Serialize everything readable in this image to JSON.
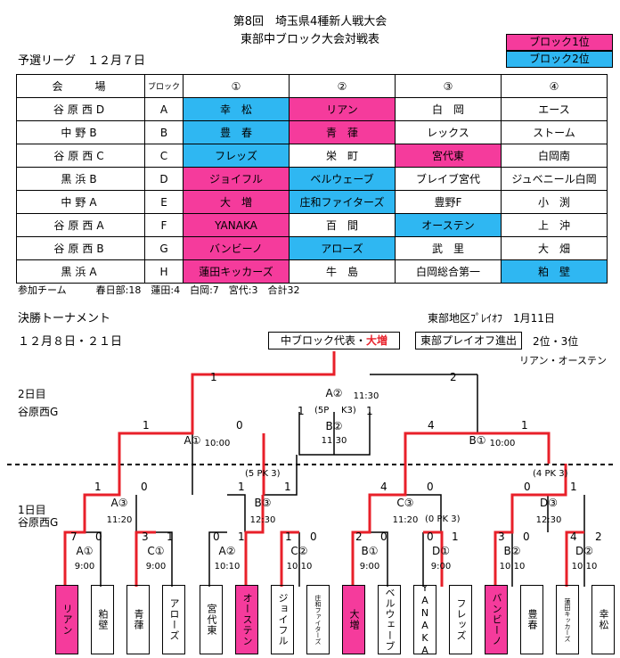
{
  "header": {
    "title1": "第8回　埼玉県4種新人戦大会",
    "title2": "東部中ブロック大会対戦表",
    "legend1": "ブロック1位",
    "legend2": "ブロック2位",
    "colors": {
      "first": "#f53b9c",
      "second": "#2fb7f2",
      "line": "#e8202a"
    }
  },
  "league": {
    "title": "予選リーグ　１２月７日",
    "headers": [
      "会　　場",
      "ブロック",
      "①",
      "②",
      "③",
      "④"
    ],
    "rows": [
      {
        "venue": "谷原西D",
        "block": "A",
        "teams": [
          "幸　松",
          "リアン",
          "白　岡",
          "エース"
        ],
        "hl": [
          "b",
          "p",
          "",
          ""
        ]
      },
      {
        "venue": "中野B",
        "block": "B",
        "teams": [
          "豊　春",
          "青　葎",
          "レックス",
          "ストーム"
        ],
        "hl": [
          "b",
          "p",
          "",
          ""
        ]
      },
      {
        "venue": "谷原西C",
        "block": "C",
        "teams": [
          "フレッズ",
          "栄　町",
          "宮代東",
          "白岡南"
        ],
        "hl": [
          "b",
          "",
          "p",
          ""
        ]
      },
      {
        "venue": "黒浜B",
        "block": "D",
        "teams": [
          "ジョイフル",
          "ベルウェーブ",
          "ブレイブ宮代",
          "ジュベニール白岡"
        ],
        "hl": [
          "p",
          "b",
          "",
          ""
        ]
      },
      {
        "venue": "中野A",
        "block": "E",
        "teams": [
          "大　増",
          "庄和ファイターズ",
          "豊野F",
          "小　渕"
        ],
        "hl": [
          "p",
          "b",
          "",
          ""
        ]
      },
      {
        "venue": "谷原西A",
        "block": "F",
        "teams": [
          "YANAKA",
          "百　間",
          "オーステン",
          "上　沖"
        ],
        "hl": [
          "p",
          "",
          "b",
          ""
        ]
      },
      {
        "venue": "谷原西B",
        "block": "G",
        "teams": [
          "バンビーノ",
          "アローズ",
          "武　里",
          "大　畑"
        ],
        "hl": [
          "p",
          "b",
          "",
          ""
        ]
      },
      {
        "venue": "黒浜A",
        "block": "H",
        "teams": [
          "蓮田キッカーズ",
          "牛　島",
          "白岡総合第一",
          "粕　壁"
        ],
        "hl": [
          "p",
          "",
          "",
          "b"
        ]
      }
    ],
    "summary": "参加チーム　　　春日部:18　蓮田:4　白岡:7　宮代:3　合計32"
  },
  "tournament": {
    "title": "決勝トーナメント",
    "dates": "１２月８日・２１日",
    "playoff_title": "東部地区ﾌﾟﾚｲｵﾌ　1月11日",
    "rep_label": "中ブロック代表・",
    "rep_team": "大増",
    "playoff_adv": "東部プレイオフ進出",
    "rank23": "2位・3位",
    "rank23_teams": "リアン・オーステン",
    "day2": "2日目",
    "day2_venue": "谷原西G",
    "day1": "1日目",
    "day1_venue": "谷原西G",
    "final": {
      "label": "A②",
      "time": "11:30",
      "l": "1",
      "r": "2"
    },
    "third": {
      "label": "B②",
      "time": "11:30",
      "l": "1",
      "r": "1",
      "pk": "(5P",
      "pk2": "K3)"
    },
    "semis": [
      {
        "label": "A①",
        "time": "10:00",
        "l": "1",
        "r": "0",
        "pk": "(5 PK 3)"
      },
      {
        "label": "B①",
        "time": "10:00",
        "l": "4",
        "r": "1",
        "pk": "(4 PK 3)"
      }
    ],
    "qf": [
      {
        "label": "A③",
        "time": "11:20",
        "l": "1",
        "r": "0"
      },
      {
        "label": "B③",
        "time": "12:30",
        "l": "1",
        "r": "1"
      },
      {
        "label": "C③",
        "time": "11:20",
        "l": "4",
        "r": "0",
        "pk": "(0 PK 3)"
      },
      {
        "label": "D③",
        "time": "12:30",
        "l": "0",
        "r": "1"
      }
    ],
    "r1": [
      {
        "label": "A①",
        "time": "9:00",
        "l": "7",
        "r": "0"
      },
      {
        "label": "C①",
        "time": "9:00",
        "l": "3",
        "r": "1"
      },
      {
        "label": "A②",
        "time": "10:10",
        "l": "0",
        "r": "1"
      },
      {
        "label": "C②",
        "time": "10:10",
        "l": "1",
        "r": "0"
      },
      {
        "label": "B①",
        "time": "9:00",
        "l": "2",
        "r": "0"
      },
      {
        "label": "D①",
        "time": "9:00",
        "l": "0",
        "r": "1"
      },
      {
        "label": "B②",
        "time": "10:10",
        "l": "3",
        "r": "0"
      },
      {
        "label": "D②",
        "time": "10:10",
        "l": "4",
        "r": "2"
      }
    ],
    "teams": [
      "リアン",
      "粕壁",
      "青葎",
      "アローズ",
      "宮代東",
      "オーステン",
      "ジョイフル",
      "庄和ファイターズ",
      "大増",
      "ベルウェーブ",
      "YANAKA",
      "フレッズ",
      "バンビーノ",
      "豊春",
      "蓮田キッカーズ",
      "幸松"
    ]
  }
}
